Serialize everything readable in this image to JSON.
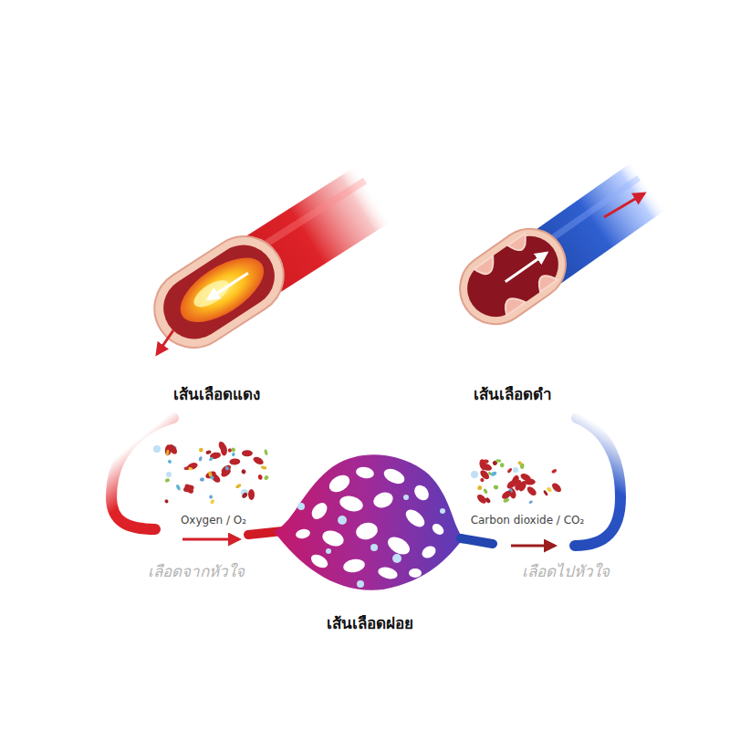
{
  "diagram": {
    "labels": [
      "เส้นเลือดแดง",
      "เส้นเลือดดำ",
      "Oxygen / O₂",
      "Carbon dioxide / CO₂",
      "เลือดจากหัวใจ",
      "เส้นเลือดฝอย",
      "เลือดไปหัวใจ"
    ]
  }
}
